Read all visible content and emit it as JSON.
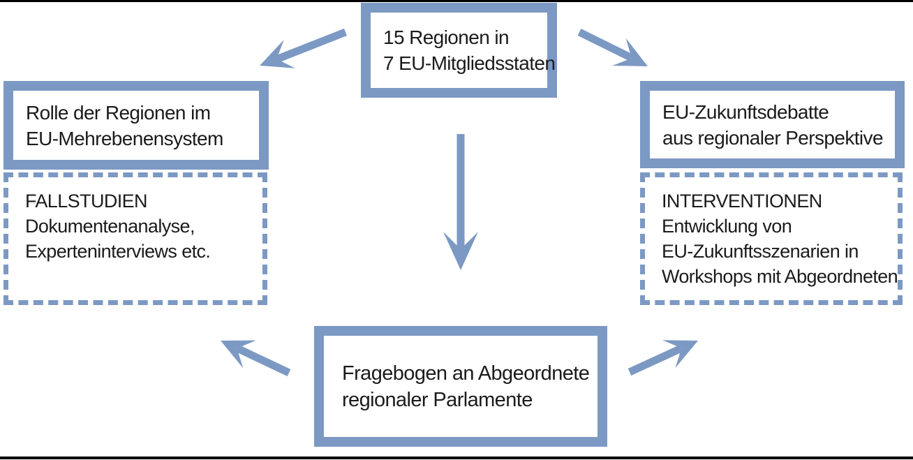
{
  "diagram": {
    "accent_color": "#7C99C4",
    "text_color": "#1b1b1b",
    "top_box": {
      "lines": [
        "15 Regionen in",
        "7 EU-Mitgliedsstaten"
      ]
    },
    "left_box": {
      "lines": [
        "Rolle der Regionen im",
        "EU-Mehrebenensystem"
      ]
    },
    "left_dashed_box": {
      "lines": [
        "FALLSTUDIEN",
        "Dokumentenanalyse,",
        "Experteninterviews etc."
      ]
    },
    "right_box": {
      "lines": [
        "EU-Zukunftsdebatte",
        "aus regionaler Perspektive"
      ]
    },
    "right_dashed_box": {
      "lines": [
        "INTERVENTIONEN",
        "Entwicklung von",
        "EU-Zukunftsszenarien in",
        "Workshops mit Abgeordneten"
      ]
    },
    "bottom_box": {
      "lines": [
        "Fragebogen an Abgeordnete",
        "regionaler Parlamente"
      ]
    },
    "arrows": [
      "arrow-to-left-box",
      "arrow-to-right-box",
      "arrow-down-to-bottom-box",
      "arrow-bottom-to-left",
      "arrow-bottom-to-right"
    ]
  }
}
